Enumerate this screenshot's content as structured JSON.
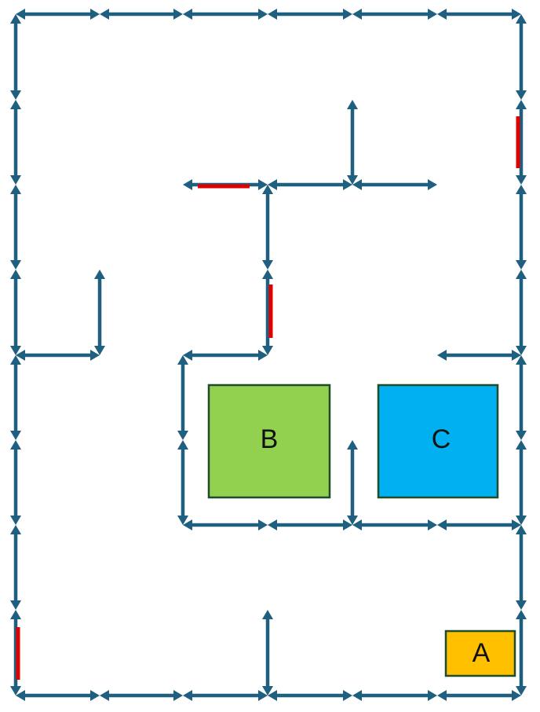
{
  "colors": {
    "arrow": "#1F5F80",
    "blocked": "#E00000",
    "box_border": "#1E4D2B",
    "box_a": "#FFC000",
    "box_b": "#92D050",
    "box_c": "#00B0F0"
  },
  "boxes": {
    "a": {
      "label": "A"
    },
    "b": {
      "label": "B"
    },
    "c": {
      "label": "C"
    }
  }
}
